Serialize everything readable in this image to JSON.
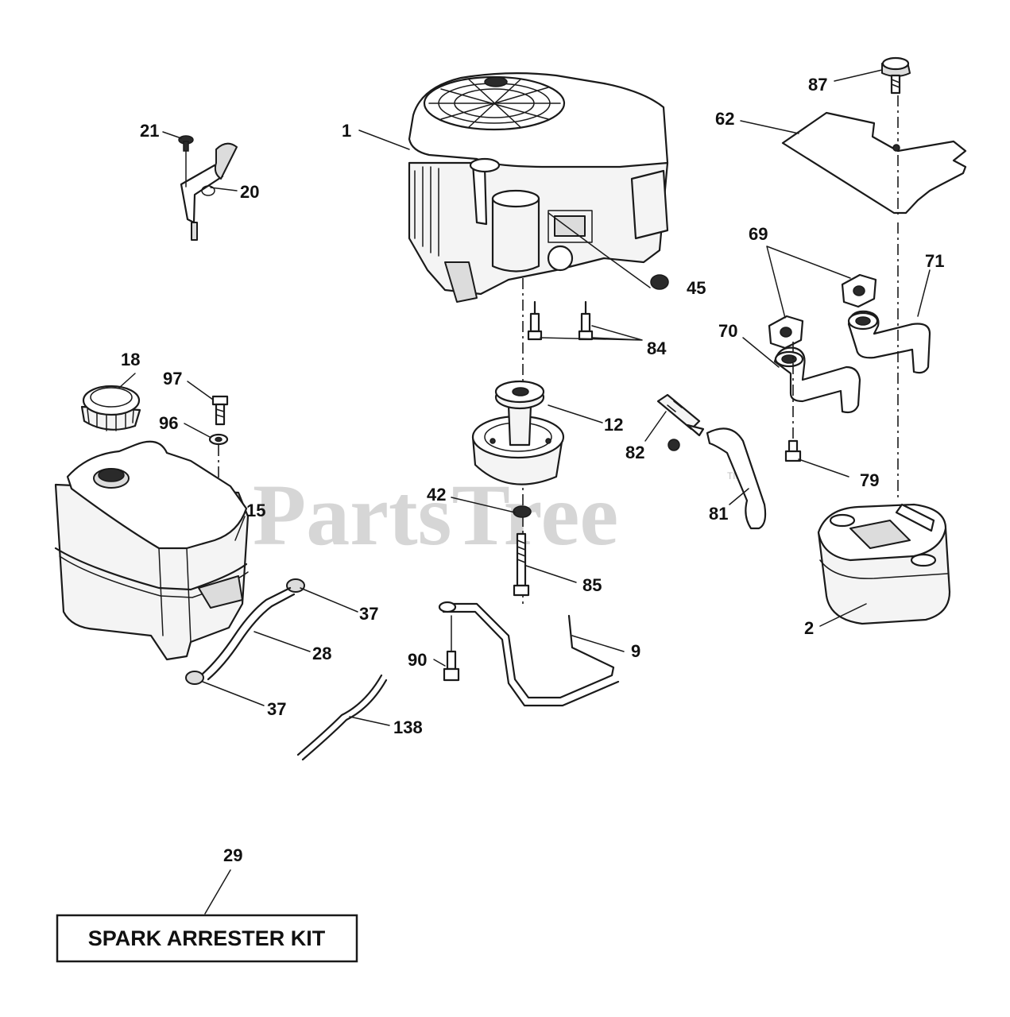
{
  "watermark": {
    "text": "PartsTree",
    "trademark": "TM"
  },
  "kit_box": {
    "text": "SPARK ARRESTER KIT"
  },
  "callouts": {
    "c1": "1",
    "c2": "2",
    "c9": "9",
    "c12": "12",
    "c15": "15",
    "c18": "18",
    "c20": "20",
    "c21": "21",
    "c28": "28",
    "c29": "29",
    "c37a": "37",
    "c37b": "37",
    "c42": "42",
    "c45": "45",
    "c62": "62",
    "c69": "69",
    "c70": "70",
    "c71": "71",
    "c79": "79",
    "c81": "81",
    "c82": "82",
    "c84": "84",
    "c85": "85",
    "c87": "87",
    "c90": "90",
    "c96": "96",
    "c97": "97",
    "c138": "138"
  }
}
